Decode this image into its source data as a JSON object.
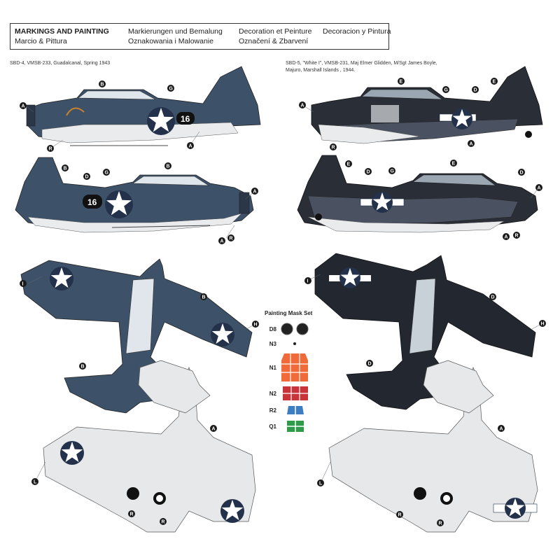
{
  "header": {
    "col1_line1": "MARKINGS AND PAINTING",
    "col1_line2": "Marcio & Pittura",
    "col2_line1": "Markierungen und Bemalung",
    "col2_line2": "Oznakowania i Malowanie",
    "col3_line1": "Decoration et Peinture",
    "col3_line2": "Označení & Zbarvení",
    "col4_line1": "Decoracion y Pintura"
  },
  "left_caption": "SBD-4, VMSB-233, Guadalcanal, Spring 1943",
  "right_caption_line1": "SBD-5, \"White I\", VMSB-231, Maj Elmer Glidden, M/Sgt James Boyle,",
  "right_caption_line2": "Majuro, Marshall Islands , 1944.",
  "left_aircraft_code": "16",
  "mask_set": {
    "title": "Painting Mask Set",
    "labels": [
      "D8",
      "N3",
      "N1",
      "N2",
      "R2",
      "Q1"
    ]
  },
  "callouts": {
    "A": "A",
    "B": "B",
    "D": "D",
    "E": "E",
    "G": "G",
    "H": "H",
    "I": "I",
    "L": "L",
    "R": "R"
  },
  "colors": {
    "navy_blue": "#3d5168",
    "dark_navy": "#23272f",
    "sea_blue_top": "#2c2f38",
    "intermediate_blue": "#4a5262",
    "light_gray": "#e6e8ea",
    "mask_orange": "#f06a3a",
    "mask_red": "#c8343a",
    "mask_blue": "#3d7ec2",
    "mask_green": "#2f9a4a",
    "callout_black": "#1a1a1a"
  }
}
